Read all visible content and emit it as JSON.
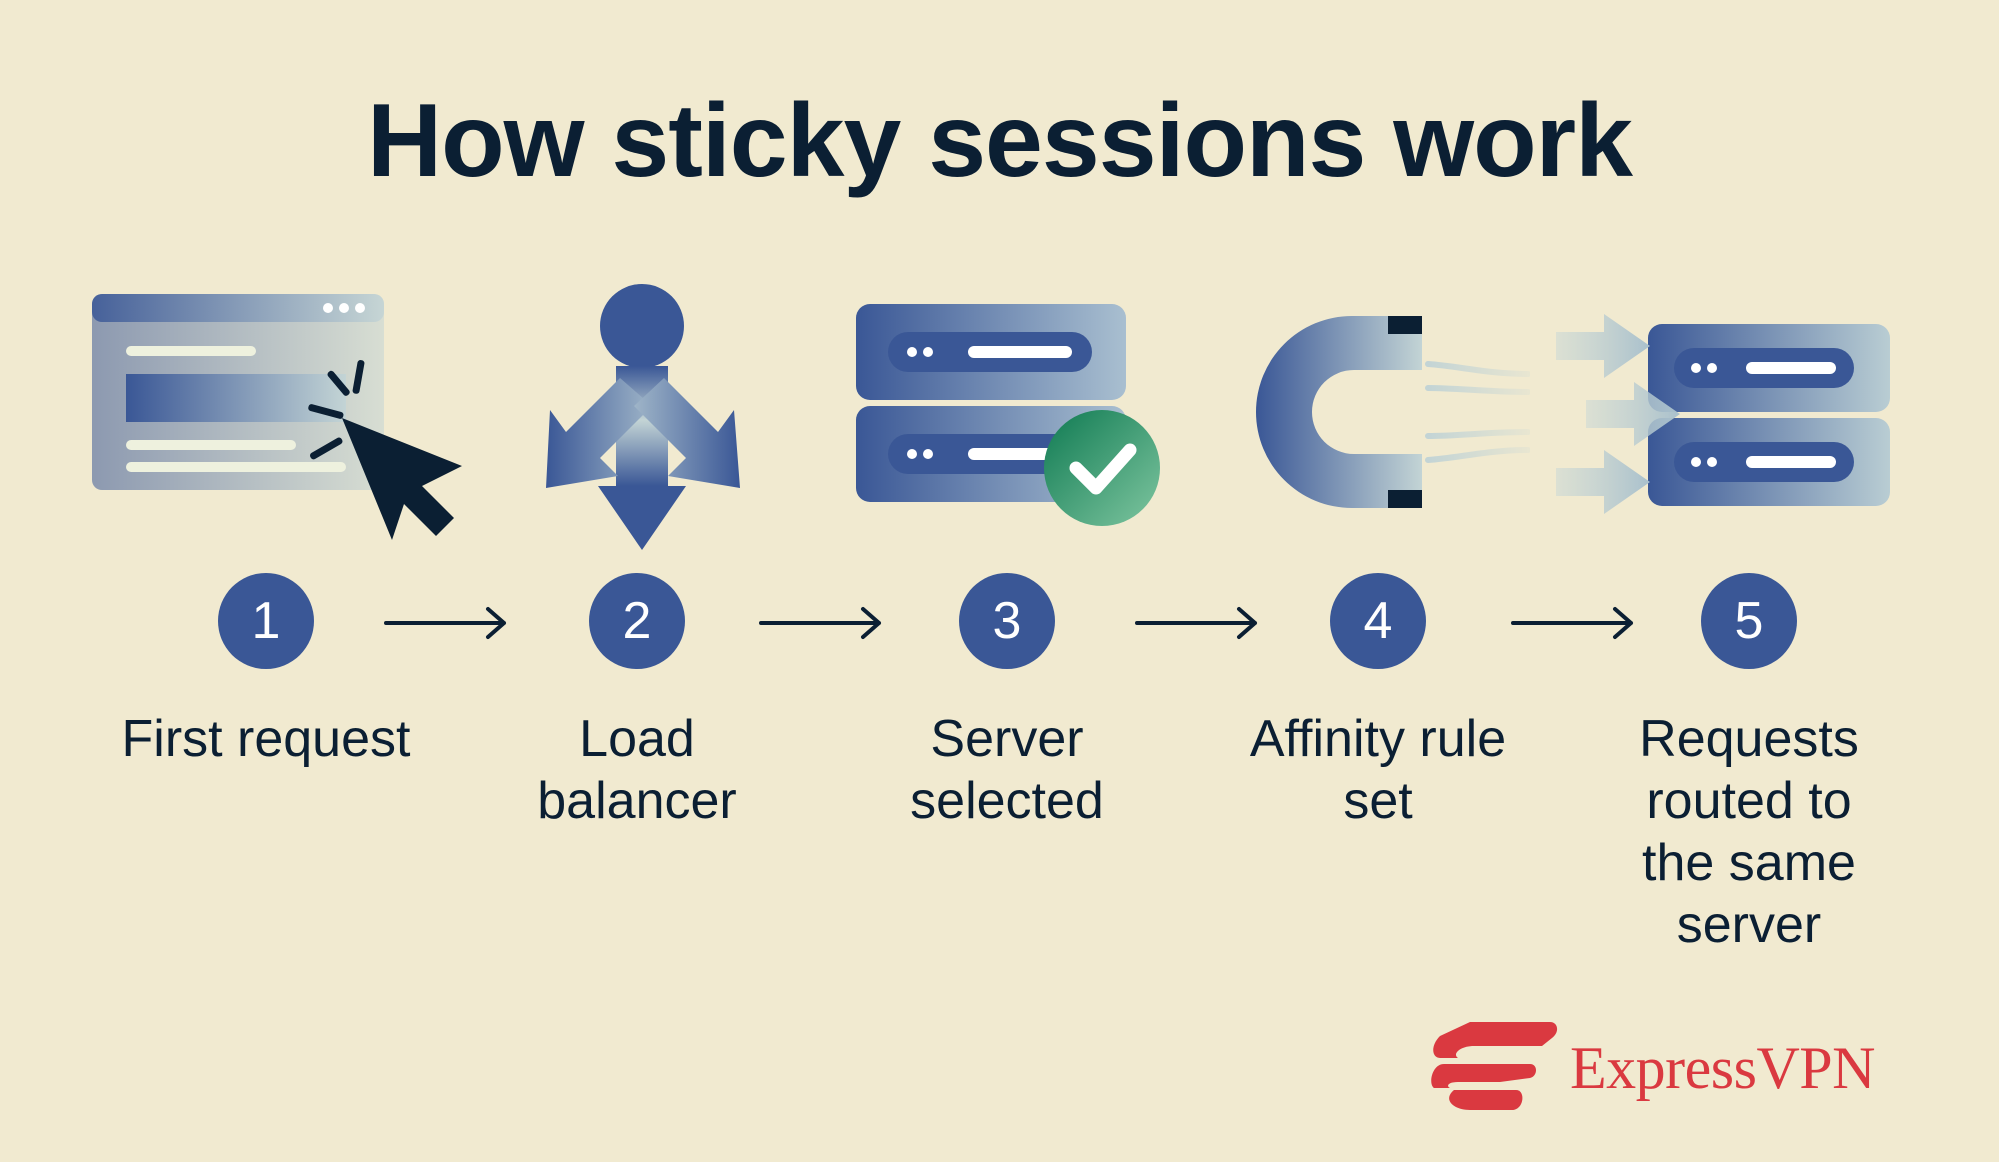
{
  "title": "How sticky sessions work",
  "colors": {
    "background": "#f1ead0",
    "navy": "#3a5796",
    "dark": "#0b1f33",
    "green": "#1e8a5c",
    "brand_red": "#da3940"
  },
  "steps": [
    {
      "number": "1",
      "label": "First request",
      "icon": "browser-cursor-icon"
    },
    {
      "number": "2",
      "label": "Load\nbalancer",
      "icon": "load-balancer-split-icon"
    },
    {
      "number": "3",
      "label": "Server\nselected",
      "icon": "server-check-icon"
    },
    {
      "number": "4",
      "label": "Affinity rule\nset",
      "icon": "magnet-icon"
    },
    {
      "number": "5",
      "label": "Requests\nrouted to\nthe same\nserver",
      "icon": "server-incoming-arrows-icon"
    }
  ],
  "brand": {
    "name": "ExpressVPN",
    "icon": "expressvpn-logo-icon"
  }
}
